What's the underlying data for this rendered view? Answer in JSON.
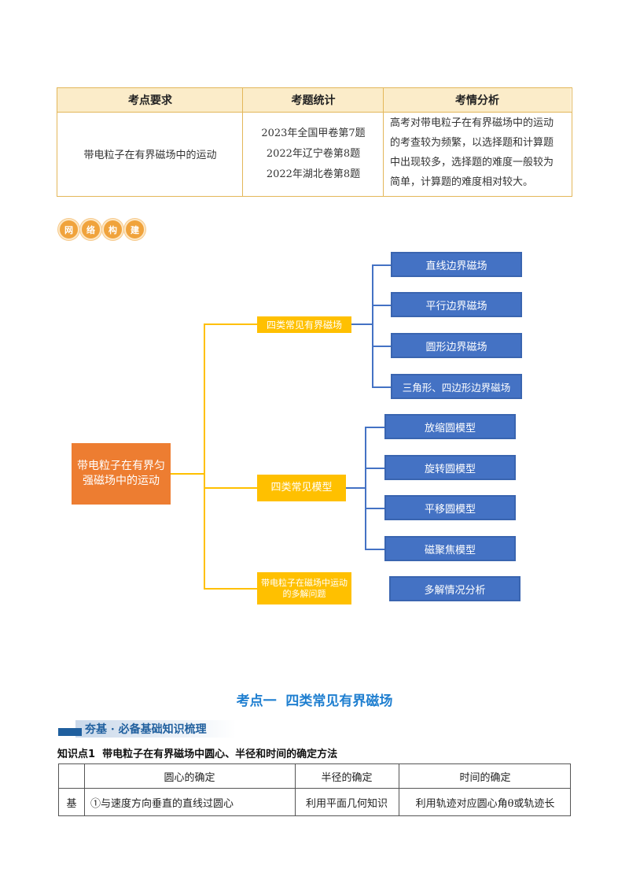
{
  "top_table": {
    "headers": [
      "考点要求",
      "考题统计",
      "考情分析"
    ],
    "requirement": "带电粒子在有界磁场中的运动",
    "stats": [
      "2023年全国甲卷第7题",
      "2022年辽宁卷第8题",
      "2022年湖北卷第8题"
    ],
    "analysis": [
      "高考对带电粒子在有界磁场中的运动",
      "的考查较为频繁，以选择题和计算题",
      "中出现较多，选择题的难度一般较为",
      "简单，计算题的难度相对较大。"
    ]
  },
  "badge": {
    "chars": [
      "网",
      "络",
      "构",
      "建"
    ]
  },
  "mindmap": {
    "root": [
      "带电粒子在有界匀",
      "强磁场中的运动"
    ],
    "branches": [
      {
        "label": [
          "四类常见有界磁场"
        ],
        "children": [
          "直线边界磁场",
          "平行边界磁场",
          "圆形边界磁场",
          "三角形、四边形边界磁场"
        ]
      },
      {
        "label": [
          "四类常见模型"
        ],
        "children": [
          "放缩圆模型",
          "旋转圆模型",
          "平移圆模型",
          "磁聚焦模型"
        ]
      },
      {
        "label": [
          "带电粒子在磁场中运动",
          "的多解问题"
        ],
        "children": [
          "多解情况分析"
        ]
      }
    ]
  },
  "section_title": "考点一  四类常见有界磁场",
  "subsection": "夯基 · 必备基础知识梳理",
  "knowledge_point": "知识点1  带电粒子在有界磁场中圆心、半径和时间的确定方法",
  "table2": {
    "headers": [
      "",
      "圆心的确定",
      "半径的确定",
      "时间的确定"
    ],
    "row": [
      "基",
      "①与速度方向垂直的直线过圆心",
      "利用平面几何知识",
      "利用轨迹对应圆心角θ或轨迹长"
    ]
  },
  "colors": {
    "root": "#ed7d31",
    "branch": "#ffc000",
    "leaf": "#4472c4",
    "title": "#1f7fd0",
    "table_border": "#e3b75a"
  }
}
